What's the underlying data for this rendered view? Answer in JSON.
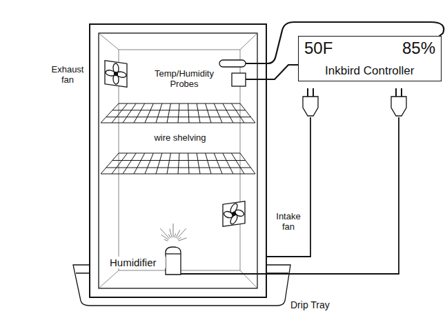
{
  "diagram": {
    "nodes": [
      {
        "text": [
          "50F",
          "85%",
          "Inkbird Controller"
        ]
      }
    ],
    "labels": [
      "Exhaust fan",
      "Temp/Humidity Probes",
      "wire shelving",
      "Intake fan",
      "Humidifier",
      "Drip Tray"
    ]
  }
}
